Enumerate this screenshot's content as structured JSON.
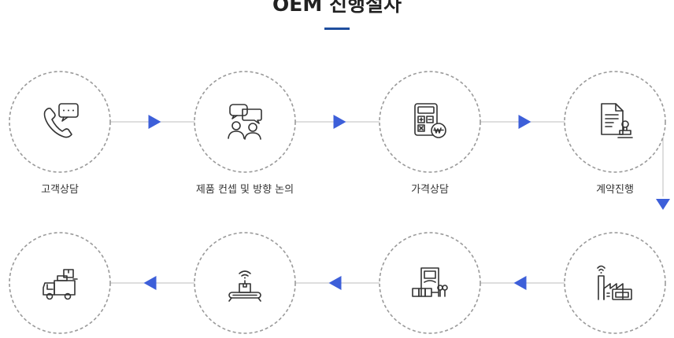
{
  "title": "OEM 진행절차",
  "steps": [
    {
      "label": "고객상담",
      "icon": "phone-chat-icon"
    },
    {
      "label": "제품 컨셉 및 방향 논의",
      "icon": "people-discussion-icon"
    },
    {
      "label": "가격상담",
      "icon": "calculator-won-icon"
    },
    {
      "label": "계약진행",
      "icon": "contract-stamp-icon"
    },
    {
      "label": "",
      "icon": "factory-icon"
    },
    {
      "label": "",
      "icon": "production-machine-icon"
    },
    {
      "label": "",
      "icon": "conveyor-box-icon"
    },
    {
      "label": "",
      "icon": "delivery-truck-icon"
    }
  ],
  "colors": {
    "accent": "#3d5fd9",
    "title_bar": "#1f4e9e",
    "circle_border": "#9a9a9a",
    "line": "#bdbdbd",
    "icon": "#333333"
  }
}
